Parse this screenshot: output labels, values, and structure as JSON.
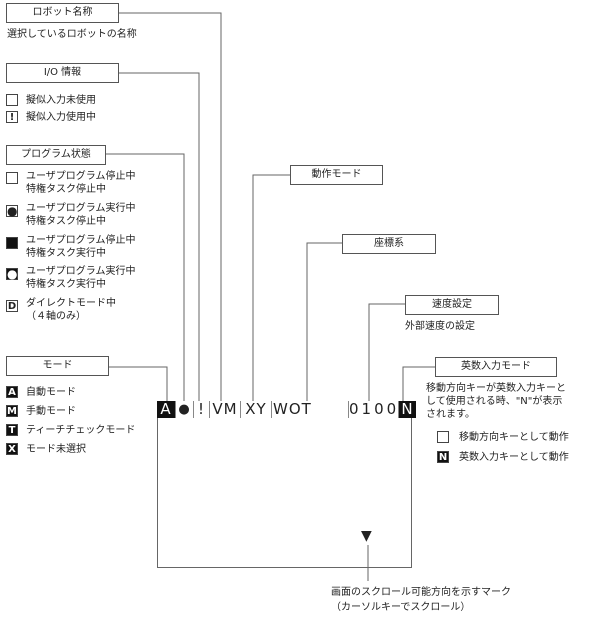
{
  "robot_name": {
    "label": "ロボット名称",
    "desc": "選択しているロボットの名称"
  },
  "io": {
    "label": "I/O 情報",
    "items": [
      {
        "icon": "",
        "text": "擬似入力未使用"
      },
      {
        "icon": "!",
        "text": "擬似入力使用中"
      }
    ]
  },
  "program": {
    "label": "プログラム状態",
    "items": [
      {
        "l1": "ユーザプログラム停止中",
        "l2": "特権タスク停止中"
      },
      {
        "l1": "ユーザプログラム実行中",
        "l2": "特権タスク停止中"
      },
      {
        "l1": "ユーザプログラム停止中",
        "l2": "特権タスク実行中"
      },
      {
        "l1": "ユーザプログラム実行中",
        "l2": "特権タスク実行中"
      },
      {
        "icon": "D",
        "l1": "ダイレクトモード中",
        "l2": "（４軸のみ）"
      }
    ]
  },
  "mode": {
    "label": "モード",
    "items": [
      {
        "icon": "A",
        "text": "自動モード"
      },
      {
        "icon": "M",
        "text": "手動モード"
      },
      {
        "icon": "T",
        "text": "ティーチチェックモード"
      },
      {
        "icon": "X",
        "text": "モード未選択"
      }
    ]
  },
  "motion_mode": {
    "label": "動作モード"
  },
  "coord": {
    "label": "座標系"
  },
  "speed": {
    "label": "速度設定",
    "desc": "外部速度の設定"
  },
  "alnum": {
    "label": "英数入力モード",
    "desc1": "移動方向キーが英数入力キーと",
    "desc2": "して使用される時、\"N\"が表示",
    "desc3": "されます。",
    "items": [
      {
        "icon": "",
        "text": "移動方向キーとして動作"
      },
      {
        "icon": "N",
        "text": "英数入力キーとして動作"
      }
    ]
  },
  "status_bar": {
    "mode": "A",
    "prog": "●",
    "io": "!",
    "motion": "VM",
    "coord": "XY",
    "tool": "WOT",
    "speed": "0100",
    "alnum": "N"
  },
  "scroll": {
    "icon": "▼",
    "desc1": "画面のスクロール可能方向を示すマーク",
    "desc2": "（カーソルキーでスクロール）"
  }
}
